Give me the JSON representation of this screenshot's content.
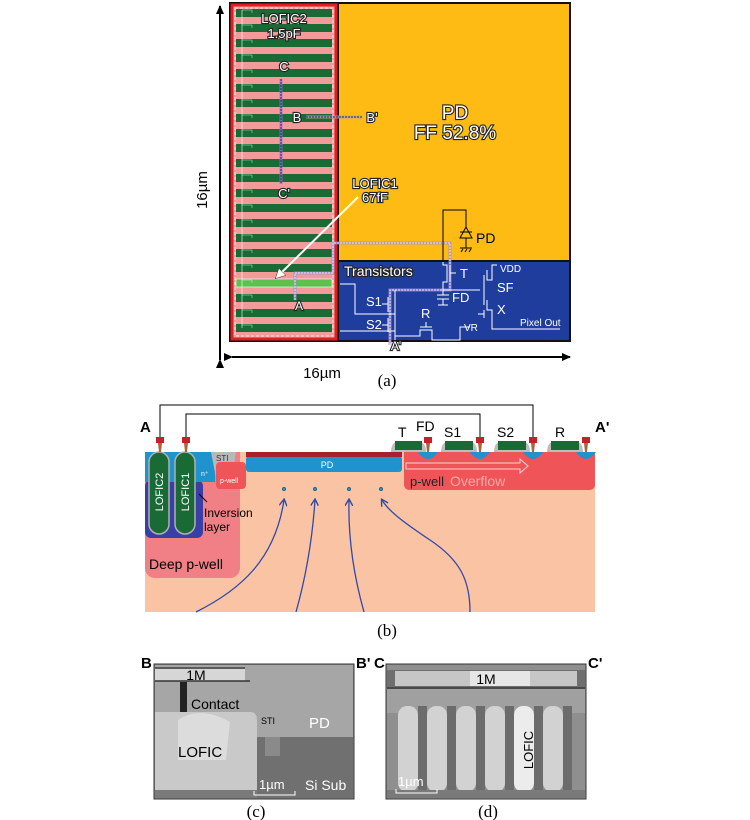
{
  "panel_a": {
    "caption": "(a)",
    "dim_vertical": "16µm",
    "dim_horizontal": "16µm",
    "lofic2_name": "LOFIC2",
    "lofic2_cap": "1.5pF",
    "lofic1_name": "LOFIC1",
    "lofic1_cap": "67fF",
    "pd_name": "PD",
    "pd_ff": "FF 52.8%",
    "transistors_label": "Transistors",
    "cut_labels": {
      "c": "C",
      "c_prime": "C'",
      "b": "B",
      "b_prime": "B'",
      "a": "A",
      "a_prime": "A'"
    },
    "circuit": {
      "pd": "PD",
      "t": "T",
      "fd": "FD",
      "s1": "S1",
      "s2": "S2",
      "r": "R",
      "vr": "VR",
      "vdd": "VDD",
      "sf": "SF",
      "x": "X",
      "pixel_out": "Pixel Out"
    },
    "colors": {
      "pd": "#FDBB13",
      "transistor_area": "#1F3D9C",
      "lofic_border": "#E02020",
      "lofic_fill": "#F39A9A",
      "lofic_finger": "#1A6A35",
      "lofic1_finger": "#5CC24E"
    }
  },
  "panel_b": {
    "caption": "(b)",
    "a": "A",
    "a_prime": "A'",
    "gates": {
      "t": "T",
      "fd": "FD",
      "s1": "S1",
      "s2": "S2",
      "r": "R"
    },
    "lofic2": "LOFIC2",
    "lofic1": "LOFIC1",
    "sti": "STI",
    "n_plus": "n⁺",
    "pwell_small": "p-well",
    "pd": "PD",
    "pwell": "p-well",
    "overflow": "Overflow",
    "inversion_line1": "Inversion",
    "inversion_line2": "layer",
    "deep_pwell": "Deep p-well",
    "colors": {
      "substrate": "#FAC4A4",
      "pwell": "#EF5458",
      "deep_pwell": "#F07F86",
      "pd": "#1E93CE",
      "gate": "#1A6A35",
      "contact": "#C8202A",
      "field_line": "#2E4AA8"
    }
  },
  "panel_c": {
    "caption": "(c)",
    "left_label": "B",
    "right_label": "B'",
    "labels": {
      "m1": "1M",
      "contact": "Contact",
      "sti": "STI",
      "pd": "PD",
      "lofic": "LOFIC",
      "scale": "1µm",
      "si_sub": "Si Sub"
    }
  },
  "panel_d": {
    "caption": "(d)",
    "left_label": "C",
    "right_label": "C'",
    "labels": {
      "m1": "1M",
      "lofic": "LOFIC",
      "scale": "1µm"
    }
  }
}
